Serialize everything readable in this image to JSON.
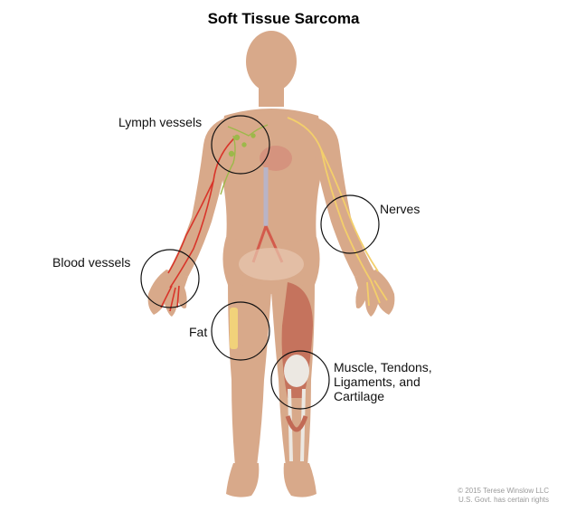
{
  "title": "Soft Tissue Sarcoma",
  "labels": {
    "lymph": "Lymph vessels",
    "nerves": "Nerves",
    "blood": "Blood vessels",
    "fat": "Fat",
    "muscle": [
      "Muscle, Tendons,",
      "Ligaments, and",
      "Cartilage"
    ]
  },
  "credit": [
    "© 2015 Terese Winslow LLC",
    "U.S. Govt. has certain rights"
  ],
  "colors": {
    "skin": "#d8a98a",
    "skin_shadow": "#c9926f",
    "blood": "#d8352a",
    "nerve": "#f3cf6b",
    "lymph": "#9db84a",
    "fat": "#f1d27a",
    "muscle": "#c26a55",
    "bone": "#ece8e2"
  },
  "icons": [
    "circle-highlight-icon"
  ]
}
